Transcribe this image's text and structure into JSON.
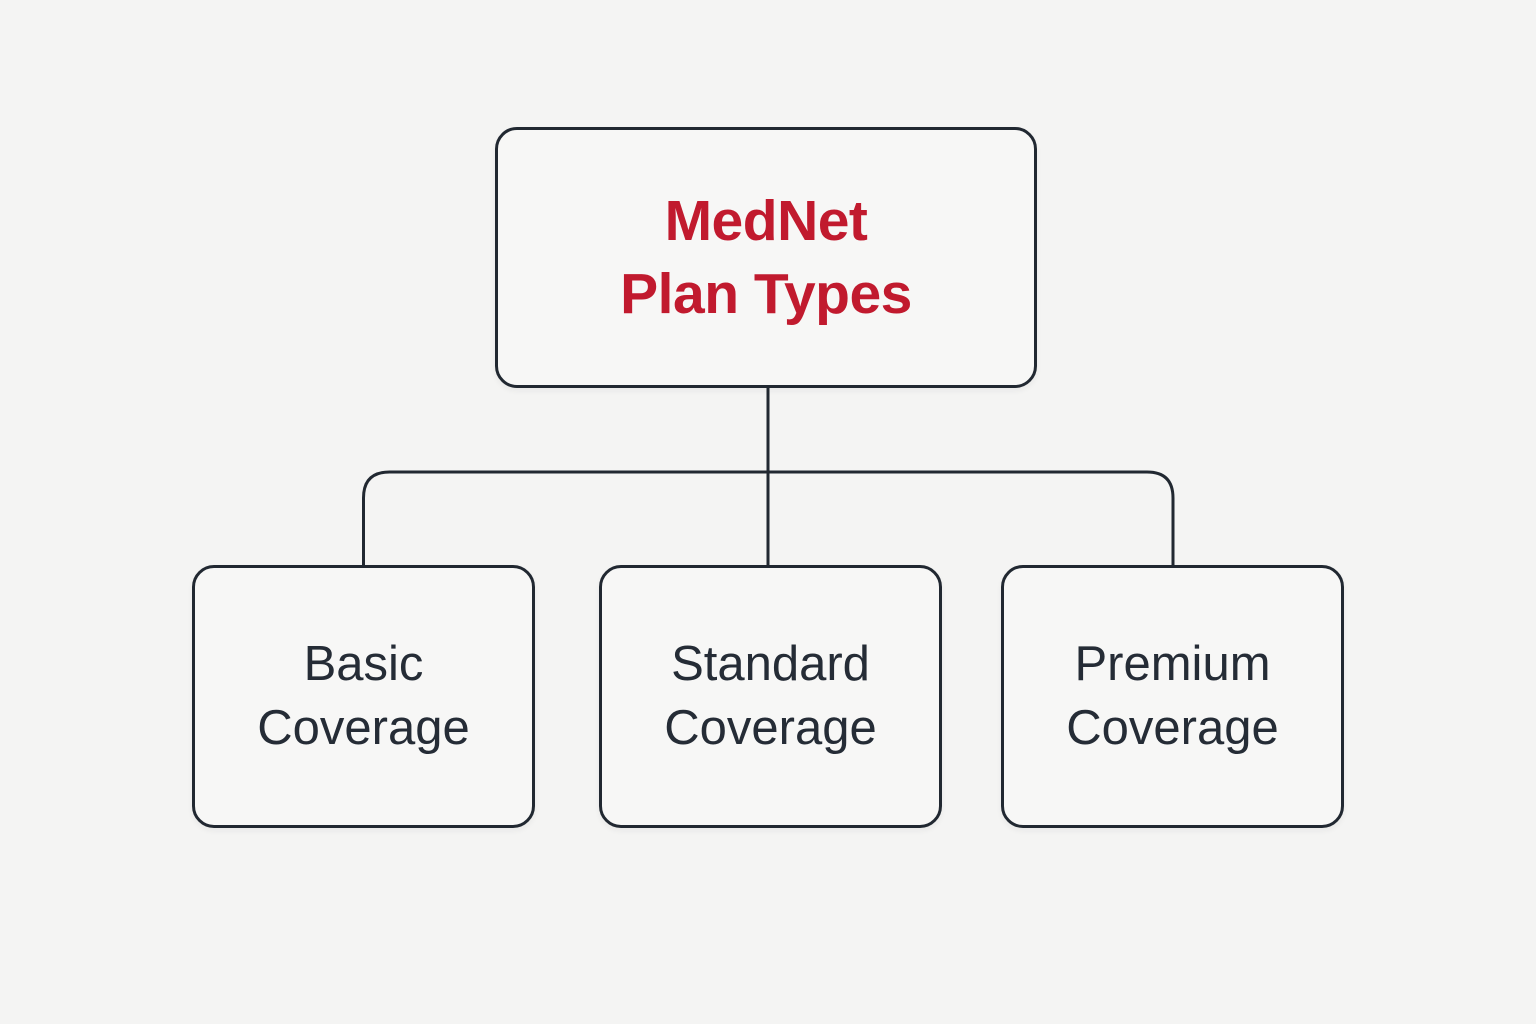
{
  "diagram": {
    "title": "MedNet Plan Types",
    "root": {
      "label": "MedNet\nPlan Types"
    },
    "children": [
      {
        "label": "Basic\nCoverage"
      },
      {
        "label": "Standard\nCoverage"
      },
      {
        "label": "Premium\nCoverage"
      }
    ]
  },
  "colors": {
    "background": "#f4f4f3",
    "node_fill": "#f7f7f6",
    "node_border": "#212831",
    "connector": "#212831",
    "root_text": "#c11a2e",
    "child_text": "#252c36"
  }
}
